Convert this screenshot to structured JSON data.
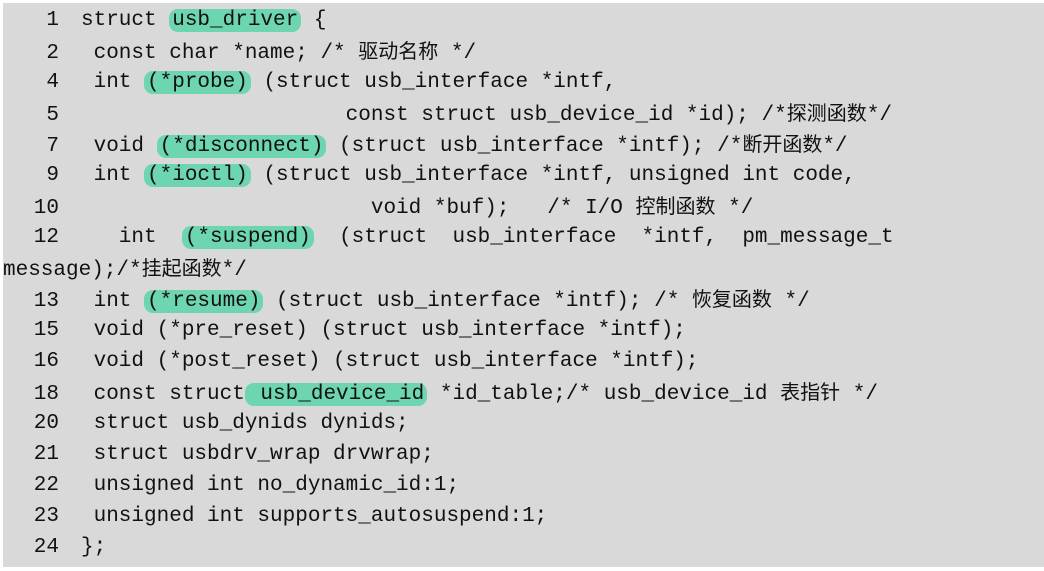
{
  "code": {
    "background": "#d9d9d9",
    "highlight_color": "#6dd6b0",
    "lines": [
      {
        "num": "1",
        "parts": [
          {
            "t": "struct "
          },
          {
            "t": "usb_driver",
            "hl": true
          },
          {
            "t": " {"
          }
        ]
      },
      {
        "num": "2",
        "parts": [
          {
            "t": " const char *name; /* "
          },
          {
            "t": "驱动名称",
            "cjk": true
          },
          {
            "t": " */"
          }
        ]
      },
      {
        "num": "4",
        "parts": [
          {
            "t": " int "
          },
          {
            "t": "(*probe)",
            "hl": true
          },
          {
            "t": " (struct usb_interface *intf,"
          }
        ]
      },
      {
        "num": "5",
        "parts": [
          {
            "t": "                     const struct usb_device_id *id); /*"
          },
          {
            "t": "探测函数",
            "cjk": true
          },
          {
            "t": "*/"
          }
        ]
      },
      {
        "num": "7",
        "parts": [
          {
            "t": " void "
          },
          {
            "t": "(*disconnect)",
            "hl": true
          },
          {
            "t": " (struct usb_interface *intf); /*"
          },
          {
            "t": "断开函数",
            "cjk": true
          },
          {
            "t": "*/"
          }
        ]
      },
      {
        "num": "9",
        "parts": [
          {
            "t": " int "
          },
          {
            "t": "(*ioctl)",
            "hl": true
          },
          {
            "t": " (struct usb_interface *intf, unsigned int code,"
          }
        ]
      },
      {
        "num": "10",
        "parts": [
          {
            "t": "                       void *buf);   /* I/O "
          },
          {
            "t": "控制函数",
            "cjk": true
          },
          {
            "t": " */"
          }
        ]
      },
      {
        "num": "12",
        "parts": [
          {
            "t": "   int  "
          },
          {
            "t": "(*suspend)",
            "hl": true
          },
          {
            "t": "  (struct  usb_interface  *intf,  pm_message_t"
          }
        ]
      },
      {
        "num": "",
        "wrap": true,
        "parts": [
          {
            "t": "message);/*"
          },
          {
            "t": "挂起函数",
            "cjk": true
          },
          {
            "t": "*/"
          }
        ]
      },
      {
        "num": "13",
        "parts": [
          {
            "t": " int "
          },
          {
            "t": "(*resume)",
            "hl": true
          },
          {
            "t": " (struct usb_interface *intf); /* "
          },
          {
            "t": "恢复函数",
            "cjk": true
          },
          {
            "t": " */"
          }
        ]
      },
      {
        "num": "15",
        "parts": [
          {
            "t": " void (*pre_reset) (struct usb_interface *intf);"
          }
        ]
      },
      {
        "num": "16",
        "parts": [
          {
            "t": " void (*post_reset) (struct usb_interface *intf);"
          }
        ]
      },
      {
        "num": "18",
        "parts": [
          {
            "t": " const struct"
          },
          {
            "t": " usb_device_id",
            "hl": true
          },
          {
            "t": " *id_table;/* usb_device_id "
          },
          {
            "t": "表指针",
            "cjk": true
          },
          {
            "t": " */"
          }
        ]
      },
      {
        "num": "20",
        "parts": [
          {
            "t": " struct usb_dynids dynids;"
          }
        ]
      },
      {
        "num": "21",
        "parts": [
          {
            "t": " struct usbdrv_wrap drvwrap;"
          }
        ]
      },
      {
        "num": "22",
        "parts": [
          {
            "t": " unsigned int no_dynamic_id:1;"
          }
        ]
      },
      {
        "num": "23",
        "parts": [
          {
            "t": " unsigned int supports_autosuspend:1;"
          }
        ]
      },
      {
        "num": "24",
        "parts": [
          {
            "t": "};"
          }
        ]
      }
    ]
  }
}
